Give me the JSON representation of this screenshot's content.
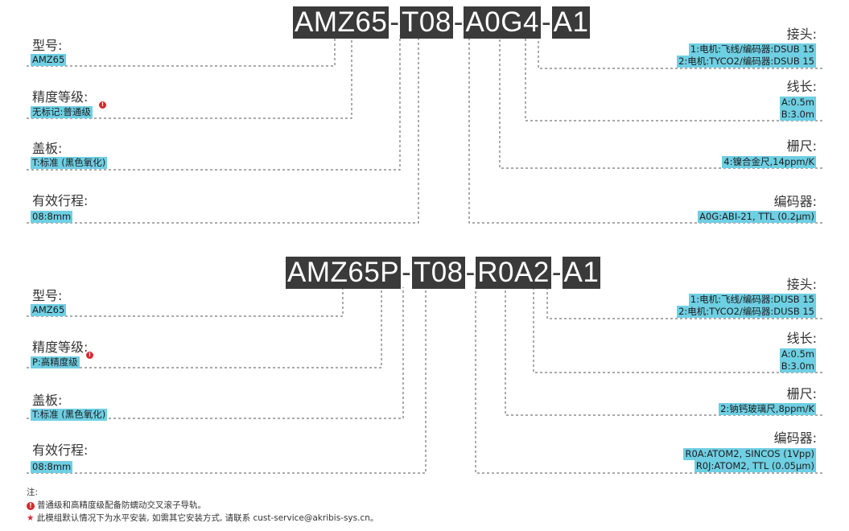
{
  "diagram1": {
    "code": [
      "AMZ65",
      "T08",
      "A0G4",
      "A1"
    ],
    "left": [
      {
        "title": "型号:",
        "value": "AMZ65",
        "note": false
      },
      {
        "title": "精度等级:",
        "value": "无标记:普通级",
        "note": true
      },
      {
        "title": "盖板:",
        "value": "T:标准 (黑色氧化)",
        "note": false
      },
      {
        "title": "有效行程:",
        "value": "08:8mm",
        "note": false
      }
    ],
    "right": [
      {
        "title": "接头:",
        "values": [
          "1:电机:飞线/编码器:DSUB 15",
          "2:电机:TYCO2/编码器:DSUB 15"
        ]
      },
      {
        "title": "线长:",
        "values": [
          "A:0.5m",
          "B:3.0m"
        ]
      },
      {
        "title": "栅尺:",
        "values": [
          "4:镍合金尺,14ppm/K"
        ]
      },
      {
        "title": "编码器:",
        "values": [
          "A0G:ABI-21, TTL (0.2μm)"
        ]
      }
    ]
  },
  "diagram2": {
    "code": [
      "AMZ65P",
      "T08",
      "R0A2",
      "A1"
    ],
    "left": [
      {
        "title": "型号:",
        "value": "AMZ65",
        "note": false
      },
      {
        "title": "精度等级:",
        "value": "P:高精度级",
        "note": true
      },
      {
        "title": "盖板:",
        "value": "T:标准 (黑色氧化)",
        "note": false
      },
      {
        "title": "有效行程:",
        "value": "08:8mm",
        "note": false
      }
    ],
    "right": [
      {
        "title": "接头:",
        "values": [
          "1:电机:飞线/编码器:DUSB 15",
          "2:电机:TYCO2/编码器:DUSB 15"
        ]
      },
      {
        "title": "线长:",
        "values": [
          "A:0.5m",
          "B:3.0m"
        ]
      },
      {
        "title": "栅尺:",
        "values": [
          "2:钠钙玻璃尺,8ppm/K"
        ]
      },
      {
        "title": "编码器:",
        "values": [
          "R0A:ATOM2, SINCOS (1Vpp)",
          "R0J:ATOM2, TTL (0.05μm)"
        ]
      }
    ]
  },
  "notes": {
    "heading": "注:",
    "badge": "!",
    "line1": "普通级和高精度级配备防蠕动交叉滚子导轨。",
    "star": "★",
    "line2": "此模组默认情况下为水平安装, 如需其它安装方式, 请联系 cust-service@akribis-sys.cn。"
  }
}
